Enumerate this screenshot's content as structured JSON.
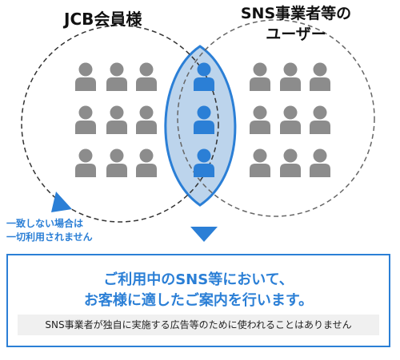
{
  "labels": {
    "left_group": "JCB会員様",
    "right_group_line1": "SNS事業者等の",
    "right_group_line2": "ユーザー"
  },
  "note": {
    "line1": "一致しない場合は",
    "line2": "一切利用されません"
  },
  "box": {
    "message_line1": "ご利用中のSNS等において、",
    "message_line2": "お客様に適したご案内を行います。",
    "sub_note": "SNS事業者が独自に実施する広告等のために使われることはありません"
  },
  "colors": {
    "accent": "#2b7fd6",
    "overlap_fill": "#bcd4ec",
    "person_gray": "#8c8c8c",
    "person_blue": "#2b7fd6"
  },
  "icons": {
    "person": "person-icon",
    "arrow": "triangle-arrow-icon"
  }
}
